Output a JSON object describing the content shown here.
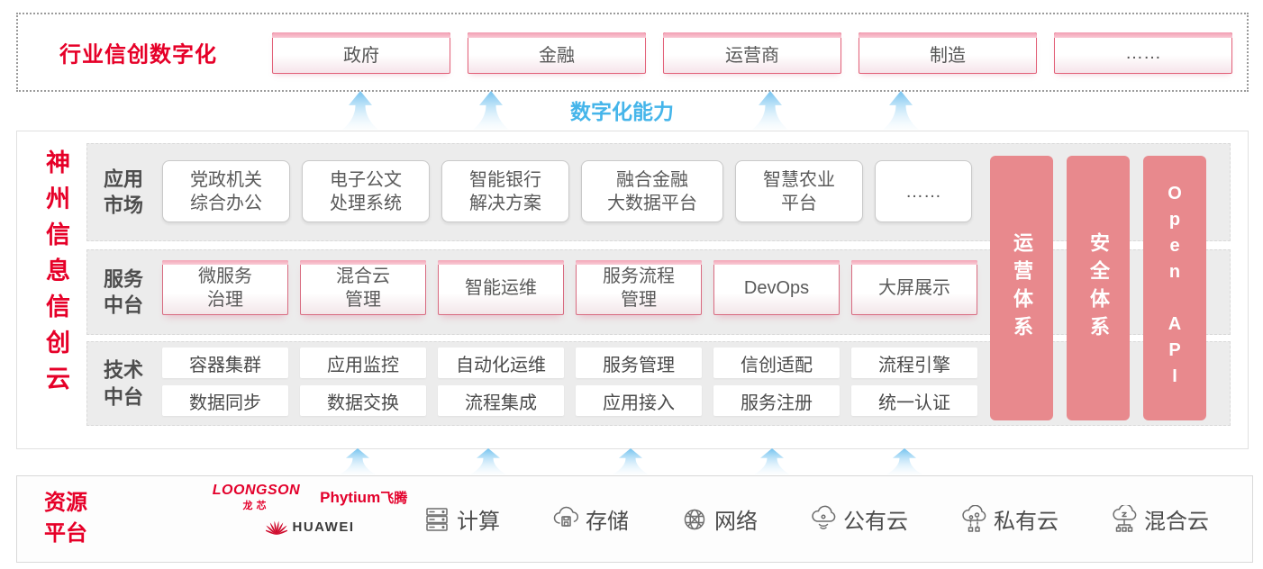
{
  "top_banner": {
    "label": "行业信创数字化",
    "industries": [
      "政府",
      "金融",
      "运营商",
      "制造",
      "……"
    ]
  },
  "capability_label": "数字化能力",
  "platform": {
    "title": "神州信息信创云",
    "app_row": {
      "label": "应用\n市场",
      "boxes": [
        "党政机关\n综合办公",
        "电子公文\n处理系统",
        "智能银行\n解决方案",
        "融合金融\n大数据平台",
        "智慧农业\n平台",
        "……"
      ]
    },
    "service_row": {
      "label": "服务\n中台",
      "boxes": [
        "微服务\n治理",
        "混合云\n管理",
        "智能运维",
        "服务流程\n管理",
        "DevOps",
        "大屏展示"
      ]
    },
    "tech_row": {
      "label": "技术\n中台",
      "top": [
        "容器集群",
        "应用监控",
        "自动化运维",
        "服务管理",
        "信创适配",
        "流程引擎"
      ],
      "bottom": [
        "数据同步",
        "数据交换",
        "流程集成",
        "应用接入",
        "服务注册",
        "统一认证"
      ]
    },
    "side_bars": [
      "运营体系",
      "安全体系",
      "Open API"
    ]
  },
  "resources": {
    "label": "资源\n平台",
    "vendors": {
      "loongson_en": "LOONGSON",
      "loongson_cn": "龙芯",
      "phytium_en": "Phytium",
      "phytium_cn": "飞腾",
      "huawei": "HUAWEI"
    },
    "items": [
      {
        "icon": "server-icon",
        "label": "计算"
      },
      {
        "icon": "cloud-storage-icon",
        "label": "存储"
      },
      {
        "icon": "network-globe-icon",
        "label": "网络"
      },
      {
        "icon": "public-cloud-icon",
        "label": "公有云"
      },
      {
        "icon": "private-cloud-icon",
        "label": "私有云"
      },
      {
        "icon": "hybrid-cloud-icon",
        "label": "混合云"
      }
    ]
  },
  "colors": {
    "accent_red": "#e60028",
    "side_bar_pink": "#e8898d",
    "capability_blue": "#45b5ea",
    "box_border_pink": "#e0607a"
  }
}
